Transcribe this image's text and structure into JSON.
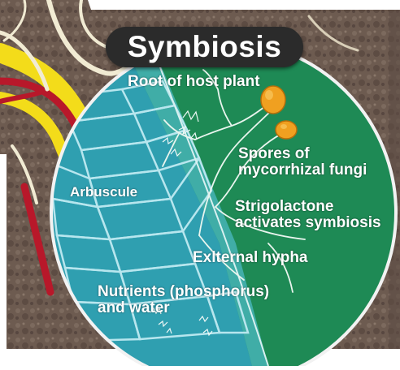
{
  "title": "Symbiosis",
  "labels": {
    "root": "Root of host plant",
    "spores_line1": "Spores of",
    "spores_line2": "mycorrhizal fungi",
    "arbuscule": "Arbuscule",
    "strigolactone_line1": "Strigolactone",
    "strigolactone_line2": "activates symbiosis",
    "hypha": "Exlternal hypha",
    "nutrients_line1": "Nutrients (phosphorus)",
    "nutrients_line2": "and water"
  },
  "colors": {
    "soil": "#6b5a50",
    "circle_green": "#1e8a55",
    "root_cells": "#2f9fb0",
    "cell_walls": "#bfeaf2",
    "spore": "#f0a020",
    "title_bg": "#2b2b2b",
    "root_yellow": "#f3dc1a",
    "root_red": "#b8182a"
  }
}
